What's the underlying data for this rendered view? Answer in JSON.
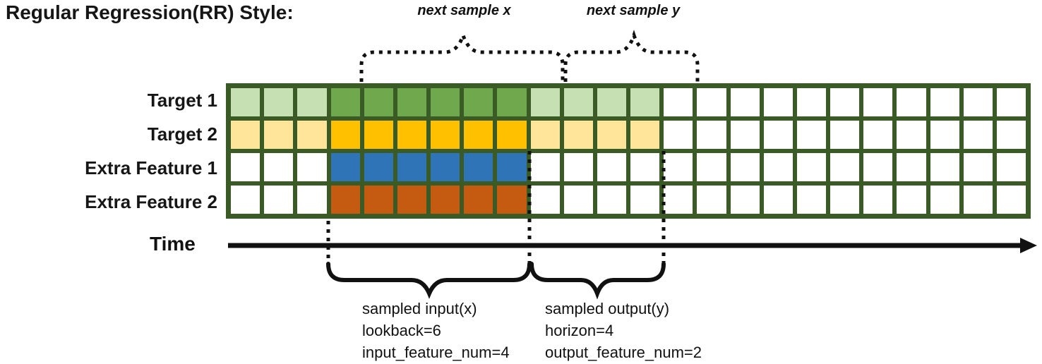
{
  "title": "Regular Regression(RR) Style:",
  "colors": {
    "cell_border": "#3A5B25",
    "white_cell": "#ffffff",
    "annotation_black": "#111111"
  },
  "grid": {
    "columns": 24,
    "rows": [
      {
        "label": "Target 1",
        "prefix_empty": 3,
        "input_cells": 6,
        "output_cells": 4,
        "input_color": "#6FA84D",
        "output_color": "#C6E0B4"
      },
      {
        "label": "Target 2",
        "prefix_empty": 3,
        "input_cells": 6,
        "output_cells": 4,
        "input_color": "#FFC000",
        "output_color": "#FFE599"
      },
      {
        "label": "Extra Feature 1",
        "prefix_empty": 3,
        "input_cells": 6,
        "output_cells": 0,
        "input_color": "#2E74B6",
        "output_color": null
      },
      {
        "label": "Extra Feature 2",
        "prefix_empty": 3,
        "input_cells": 6,
        "output_cells": 0,
        "input_color": "#C55A11",
        "output_color": null
      }
    ]
  },
  "annotations": {
    "next_sample_x": "next sample x",
    "next_sample_y": "next sample y",
    "time_label": "Time",
    "input_block": {
      "line1": "sampled input(x)",
      "line2": "lookback=6",
      "line3": "input_feature_num=4"
    },
    "output_block": {
      "line1": "sampled output(y)",
      "line2": "horizon=4",
      "line3": "output_feature_num=2"
    }
  }
}
